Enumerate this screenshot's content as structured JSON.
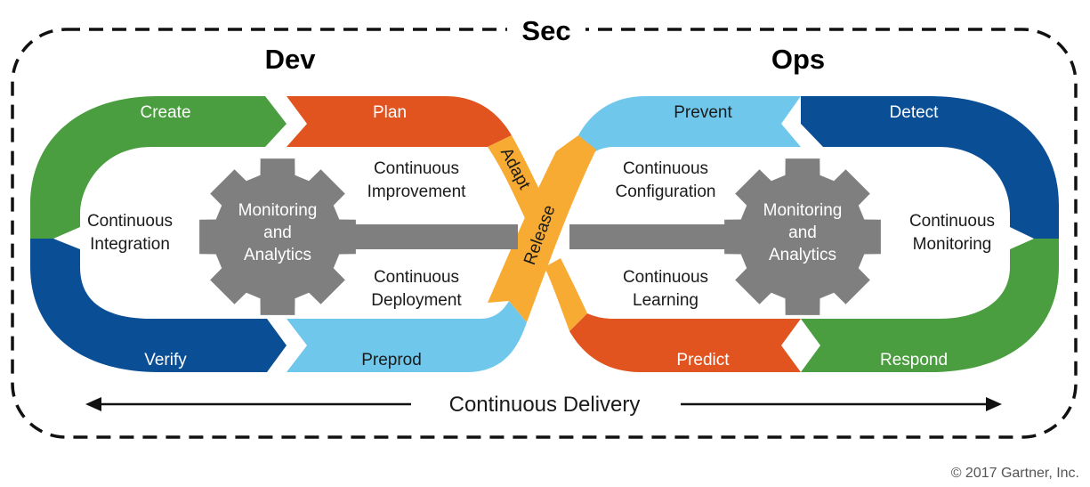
{
  "title_sec": "Sec",
  "title_dev": "Dev",
  "title_ops": "Ops",
  "dev_loop": {
    "create": "Create",
    "plan": "Plan",
    "adapt": "Adapt",
    "verify": "Verify",
    "preprod": "Preprod",
    "left_label": [
      "Continuous",
      "Integration"
    ],
    "upper_label": [
      "Continuous",
      "Improvement"
    ],
    "lower_label": [
      "Continuous",
      "Deployment"
    ]
  },
  "release": "Release",
  "ops_loop": {
    "prevent": "Prevent",
    "detect": "Detect",
    "predict": "Predict",
    "respond": "Respond",
    "upper_label": [
      "Continuous",
      "Configuration"
    ],
    "lower_label": [
      "Continuous",
      "Learning"
    ],
    "right_label": [
      "Continuous",
      "Monitoring"
    ]
  },
  "gear_label": [
    "Monitoring",
    "and",
    "Analytics"
  ],
  "delivery": "Continuous Delivery",
  "copyright": "© 2017 Gartner, Inc.",
  "colors": {
    "green": "#4a9e3f",
    "orange": "#e2541f",
    "dark_blue": "#0a4f96",
    "light_blue": "#6fc8ec",
    "amber": "#f7ab33",
    "gear": "#7f7f7f"
  }
}
